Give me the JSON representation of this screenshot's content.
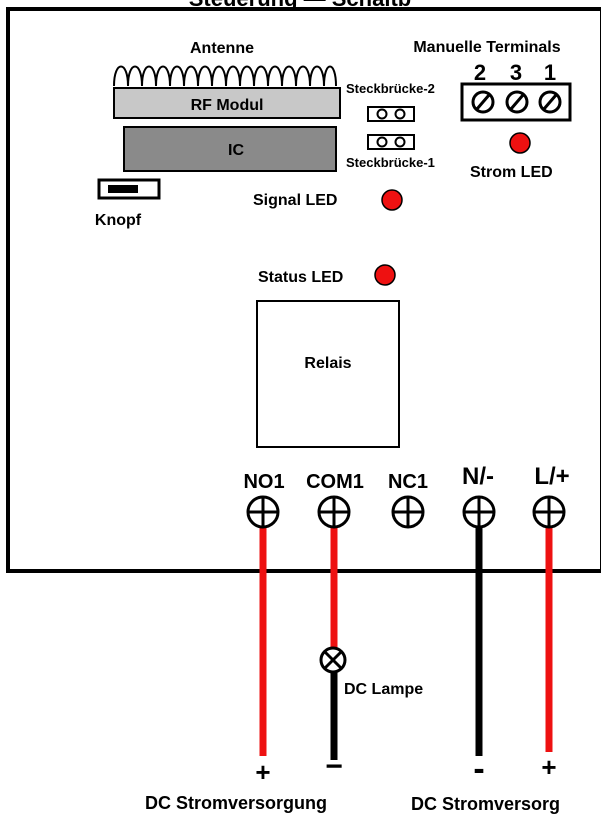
{
  "title_partial": "Steuerung — Schaltb",
  "antenna_label": "Antenne",
  "rf_module_label": "RF Modul",
  "ic_label": "IC",
  "button_label": "Knopf",
  "jumper2_label": "Steckbrücke-2",
  "jumper1_label": "Steckbrücke-1",
  "manual_terminals": {
    "label": "Manuelle Terminals",
    "numbers": [
      "2",
      "3",
      "1"
    ]
  },
  "power_led_label": "Strom LED",
  "signal_led_label": "Signal LED",
  "status_led_label": "Status LED",
  "relay_label": "Relais",
  "terminals": [
    "NO1",
    "COM1",
    "NC1",
    "N/-",
    "L/+"
  ],
  "lamp_label": "DC Lampe",
  "polarity": {
    "left_plus": "+",
    "left_minus": "−",
    "right_minus": "-",
    "right_plus": "+"
  },
  "supply_left_label": "DC Stromversorgung",
  "supply_right_label": "DC Stromversorg",
  "colors": {
    "led": "#ee1111",
    "wire_red": "#ee1111",
    "wire_black": "#000000",
    "rf_module": "#c8c8c8",
    "ic": "#8a8a8a"
  }
}
